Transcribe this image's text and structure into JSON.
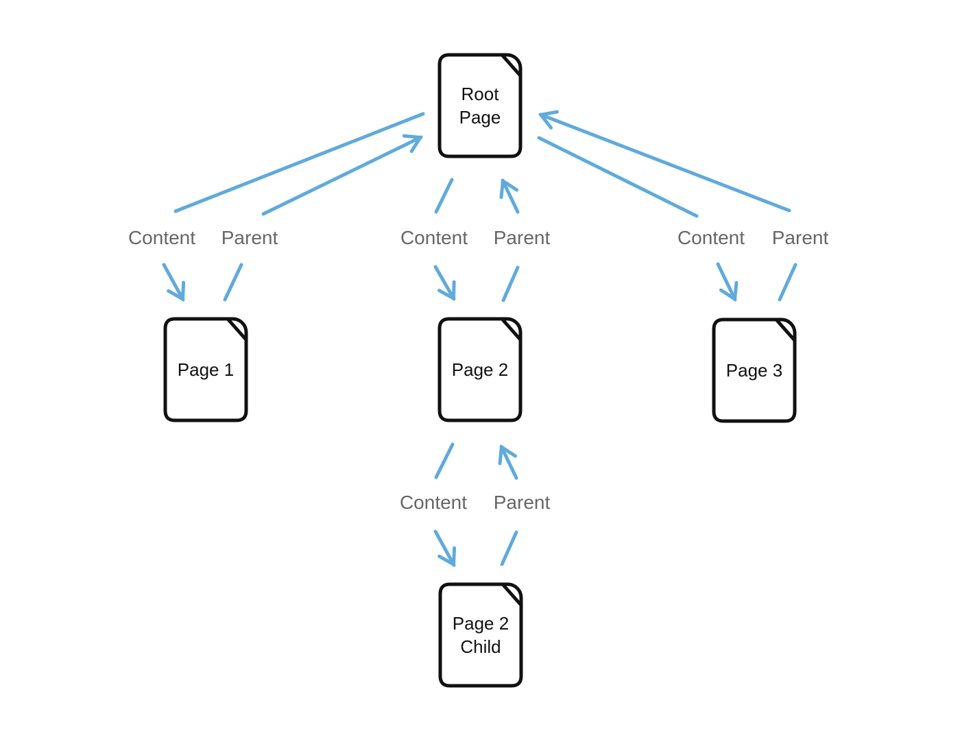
{
  "colors": {
    "arrow": "#60AADC",
    "relation_label": "#666666",
    "node_outline": "#111111",
    "node_text": "#111111",
    "background": "#FFFFFF"
  },
  "nodes": {
    "root": {
      "label": "Root\nPage"
    },
    "page1": {
      "label": "Page 1"
    },
    "page2": {
      "label": "Page 2"
    },
    "page3": {
      "label": "Page 3"
    },
    "page2_child": {
      "label": "Page 2\nChild"
    }
  },
  "relations": {
    "root_page1": {
      "content": "Content",
      "parent": "Parent"
    },
    "root_page2": {
      "content": "Content",
      "parent": "Parent"
    },
    "root_page3": {
      "content": "Content",
      "parent": "Parent"
    },
    "page2_page2_child": {
      "content": "Content",
      "parent": "Parent"
    }
  }
}
